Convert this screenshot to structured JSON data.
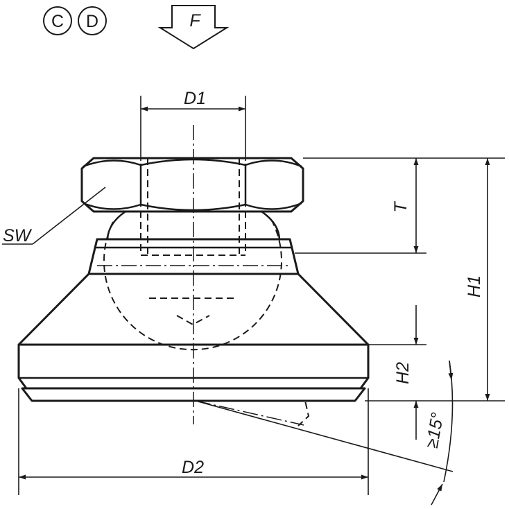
{
  "symbols": {
    "circle_c": "C",
    "circle_d": "D",
    "force": "F"
  },
  "labels": {
    "d1": "D1",
    "d2": "D2",
    "t": "T",
    "h1": "H1",
    "h2": "H2",
    "sw": "SW",
    "angle": "≥15°"
  },
  "colors": {
    "line": "#1a1a1a",
    "background": "#ffffff"
  }
}
